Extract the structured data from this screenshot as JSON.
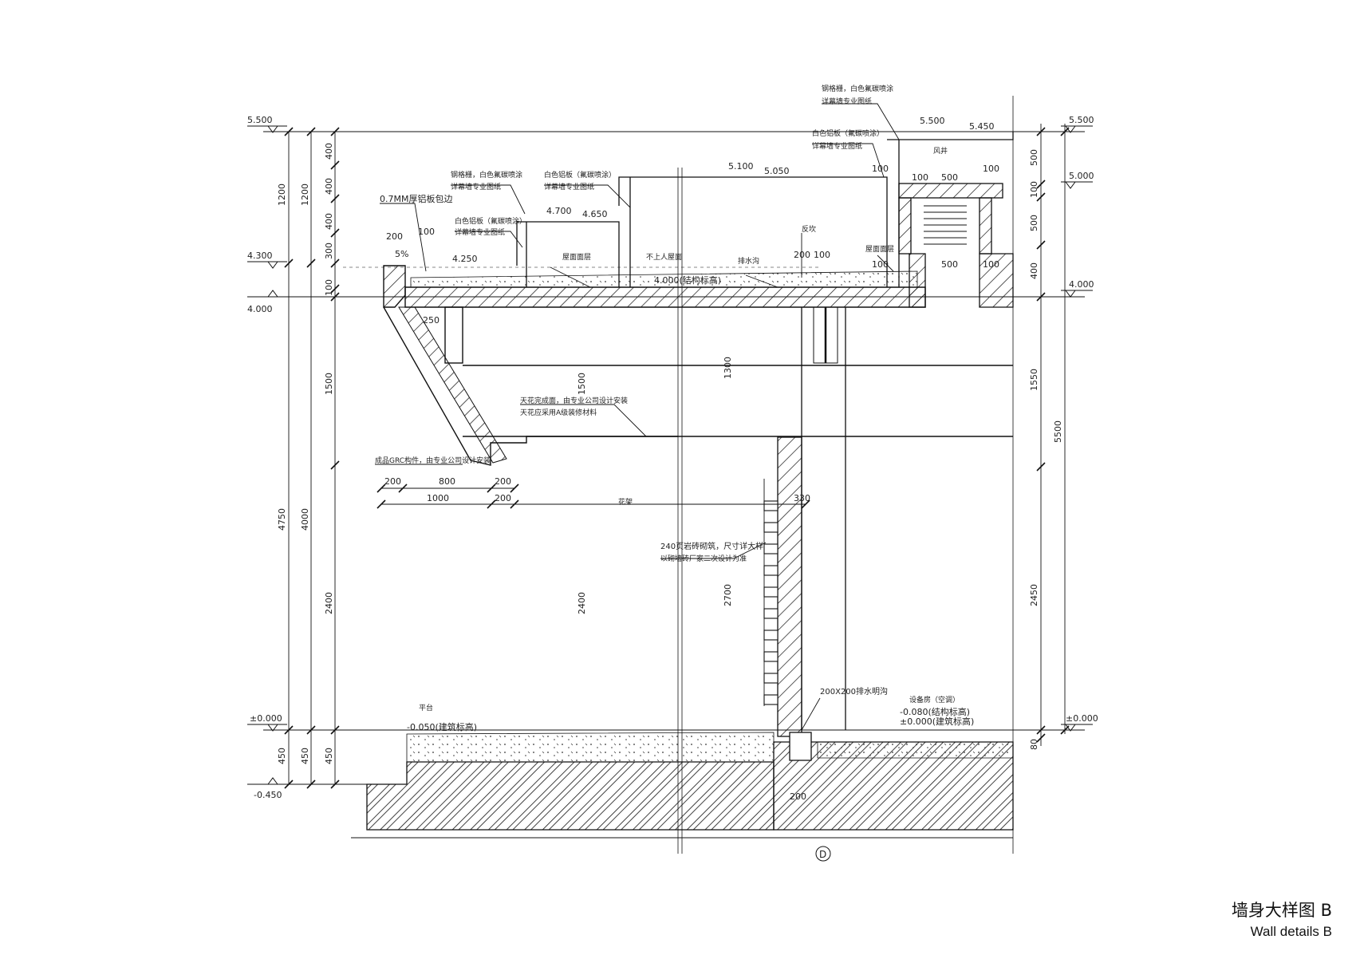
{
  "caption": {
    "title_cn": "墙身大样图 B",
    "title_en": "Wall details B"
  },
  "levels": {
    "l5500": "5.500",
    "l5450": "5.450",
    "l5100": "5.100",
    "l5050": "5.050",
    "l5000": "5.000",
    "l4700": "4.700",
    "l4650": "4.650",
    "l4300": "4.300",
    "l4250": "4.250",
    "l4000": "4.000",
    "l4000s": "4.000(结构标高)",
    "l0": "±0.000",
    "lm0050": "-0.050(建筑标高)",
    "lm0080": "-0.080(结构标高)",
    "l0b": "±0.000(建筑标高)",
    "lm0450": "-0.450"
  },
  "dims": {
    "d200": "200",
    "d100": "100",
    "d250": "250",
    "d300": "300",
    "d400": "400",
    "d450": "450",
    "d500": "500",
    "d800": "800",
    "d1000": "1000",
    "d1200": "1200",
    "d1300": "1300",
    "d1500": "1500",
    "d1550": "1550",
    "d2400": "2400",
    "d2450": "2450",
    "d2700": "2700",
    "d4000": "4000",
    "d4750": "4750",
    "d5500": "5500",
    "d330": "330",
    "d80": "80",
    "slope": "5%"
  },
  "notes": {
    "n1": "0.7MM厚铝板包边",
    "n2a": "钢格栅，白色氟碳喷涂",
    "n2b": "详幕墙专业图纸",
    "n3a": "白色铝板（氟碳喷涂）",
    "n3b": "详幕墙专业图纸",
    "n4a": "白色铝板（氟碳喷涂）",
    "n4b": "详幕墙专业图纸",
    "n5": "屋面面层",
    "n6": "不上人屋面",
    "n7": "排水沟",
    "n8": "反坎",
    "n9": "屋面面层",
    "n10": "风井",
    "n11a": "钢格栅，白色氟碳喷涂",
    "n11b": "详幕墙专业图纸",
    "n12a": "白色铝板（氟碳喷涂）",
    "n12b": "详幕墙专业图纸",
    "n13a": "天花完成面，由专业公司设计安装",
    "n13b": "天花应采用A级装修材料",
    "n14": "成品GRC构件，由专业公司设计安装",
    "n15a": "240页岩砖砌筑，尺寸详大样",
    "n15b": "以砌墙砖厂家二次设计为准",
    "n16": "200X200排水明沟",
    "n17": "平台",
    "n18": "设备房（空调）",
    "n19": "花架"
  },
  "axis_label": "D"
}
